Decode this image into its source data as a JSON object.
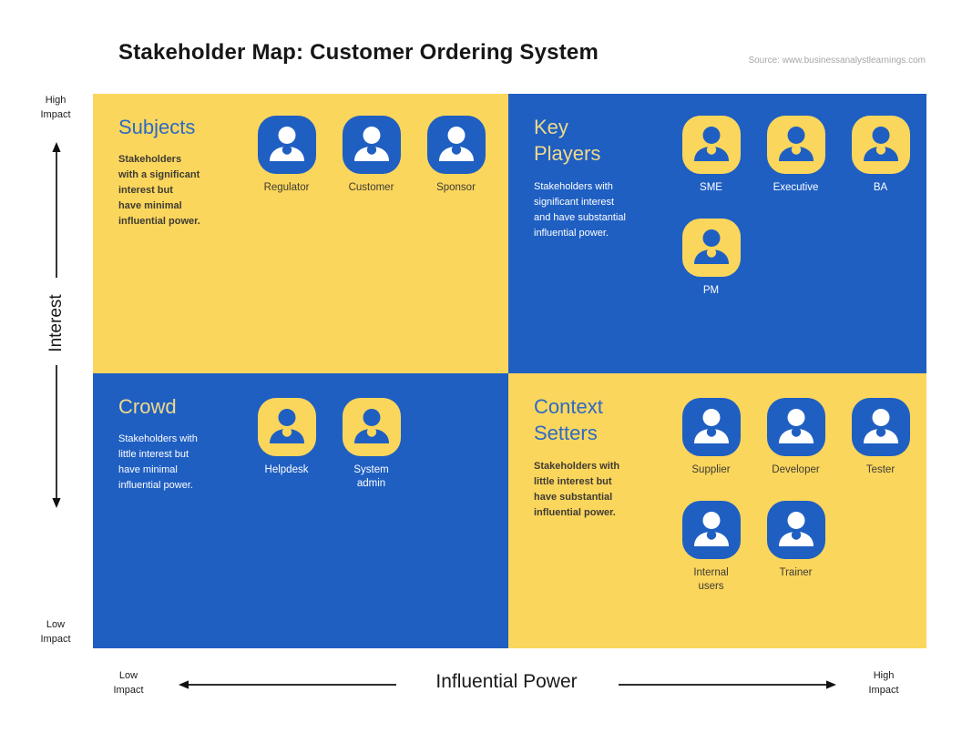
{
  "header": {
    "title": "Stakeholder Map:  Customer Ordering System",
    "source": "Source: www.businessanalystlearnings.com"
  },
  "axes": {
    "vertical": {
      "label": "Interest",
      "top": "High\nImpact",
      "bottom": "Low\nImpact"
    },
    "horizontal": {
      "label": "Influential Power",
      "left": "Low\nImpact",
      "right": "High\nImpact"
    }
  },
  "quadrants": [
    {
      "title": "Subjects",
      "description": "Stakeholders\nwith a significant\ninterest but\nhave minimal\ninfluential power.",
      "stakeholders": [
        "Regulator",
        "Customer",
        "Sponsor"
      ]
    },
    {
      "title": "Key\nPlayers",
      "description": "Stakeholders with\nsignificant interest\nand have substantial\ninfluential power.",
      "stakeholders": [
        "SME",
        "Executive",
        "BA",
        "PM"
      ]
    },
    {
      "title": "Crowd",
      "description": "Stakeholders with\nlittle interest but\nhave minimal\ninfluential power.",
      "stakeholders": [
        "Helpdesk",
        "System\nadmin"
      ]
    },
    {
      "title": "Context\nSetters",
      "description": "Stakeholders with\nlittle interest but\nhave substantial\ninfluential power.",
      "stakeholders": [
        "Supplier",
        "Developer",
        "Tester",
        "Internal\nusers",
        "Trainer"
      ]
    }
  ],
  "colors": {
    "quadrant_yellow": "#FBD65C",
    "quadrant_blue": "#1F5FC2",
    "heading_on_yellow": "#2D6AC4",
    "heading_on_blue": "#EFD98C",
    "dark_text": "#3D3B35",
    "axis_text": "#1A1A1A"
  }
}
